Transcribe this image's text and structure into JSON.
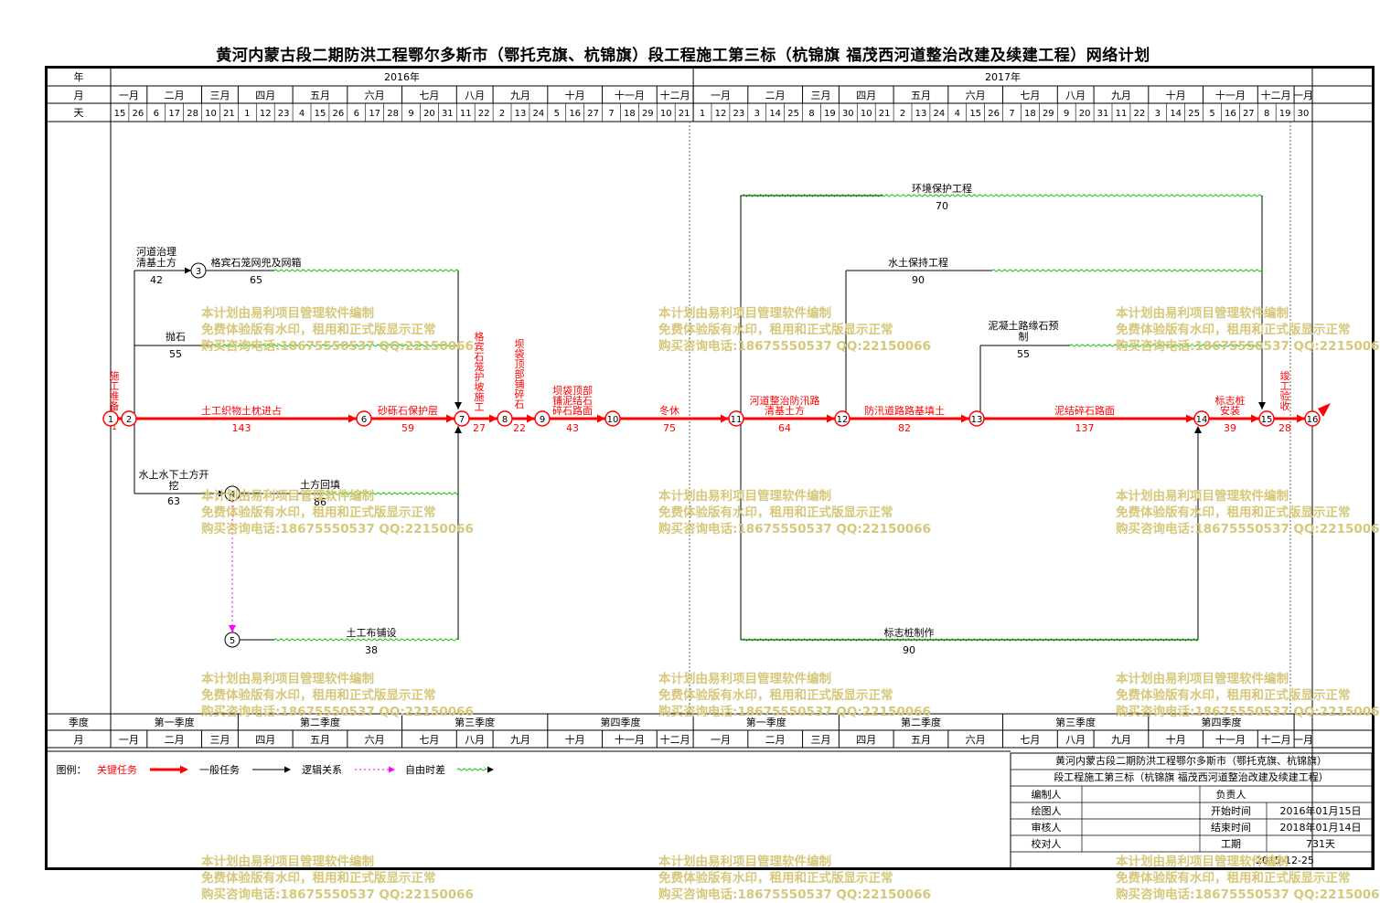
{
  "title": "黄河内蒙古段二期防洪工程鄂尔多斯市（鄂托克旗、杭锦旗）段工程施工第三标（杭锦旗 福茂西河道整治改建及续建工程）网络计划",
  "header": {
    "row_labels": {
      "year": "年",
      "month": "月",
      "day": "天",
      "quarter": "季度",
      "month_bottom": "月"
    },
    "years": [
      "2016年",
      "2017年"
    ],
    "months_top": [
      "一月",
      "二月",
      "三月",
      "四月",
      "五月",
      "六月",
      "七月",
      "八月",
      "九月",
      "十月",
      "十一月",
      "十二月",
      "一月",
      "二月",
      "三月",
      "四月",
      "五月",
      "六月",
      "七月",
      "八月",
      "九月",
      "十月",
      "十一月",
      "十二月",
      "一月"
    ],
    "days": [
      "15",
      "26",
      "6",
      "17",
      "28",
      "10",
      "21",
      "1",
      "12",
      "23",
      "4",
      "15",
      "26",
      "6",
      "17",
      "28",
      "9",
      "20",
      "31",
      "11",
      "22",
      "2",
      "13",
      "24",
      "5",
      "16",
      "27",
      "7",
      "18",
      "29",
      "10",
      "21",
      "1",
      "12",
      "23",
      "3",
      "14",
      "25",
      "8",
      "19",
      "30",
      "10",
      "21",
      "2",
      "13",
      "24",
      "4",
      "15",
      "26",
      "7",
      "18",
      "29",
      "9",
      "20",
      "31",
      "11",
      "22",
      "3",
      "14",
      "25",
      "5",
      "16",
      "27",
      "8",
      "19",
      "30"
    ],
    "quarters": [
      "第一季度",
      "第二季度",
      "第三季度",
      "第四季度",
      "第一季度",
      "第二季度",
      "第三季度",
      "第四季度"
    ],
    "months_bottom": [
      "一月",
      "二月",
      "三月",
      "四月",
      "五月",
      "六月",
      "七月",
      "八月",
      "九月",
      "十月",
      "十一月",
      "十二月",
      "一月",
      "二月",
      "三月",
      "四月",
      "五月",
      "六月",
      "七月",
      "八月",
      "九月",
      "十月",
      "十一月",
      "十二月",
      "一月"
    ]
  },
  "nodes": [
    "1",
    "2",
    "3",
    "4",
    "5",
    "6",
    "7",
    "8",
    "9",
    "10",
    "11",
    "12",
    "13",
    "14",
    "15",
    "16"
  ],
  "critical_tasks": [
    {
      "id": "t1",
      "name": "施工准备",
      "duration": "1"
    },
    {
      "id": "t2",
      "name": "土工织物土枕进占",
      "duration": "143"
    },
    {
      "id": "t3",
      "name": "砂砾石保护层",
      "duration": "59"
    },
    {
      "id": "t4",
      "name": "格宾石笼护坡施工",
      "duration": "27"
    },
    {
      "id": "t5",
      "name": "坝袋顶部铺碎石",
      "duration": "22"
    },
    {
      "id": "t6",
      "name": "坝袋顶部铺泥结石碎石路面",
      "duration": "43"
    },
    {
      "id": "t7",
      "name": "冬休",
      "duration": "75"
    },
    {
      "id": "t8",
      "name": "河道整治防汛路清基土方",
      "duration": "64"
    },
    {
      "id": "t9",
      "name": "防汛道路路基填土",
      "duration": "82"
    },
    {
      "id": "t10",
      "name": "泥结碎石路面",
      "duration": "137"
    },
    {
      "id": "t11",
      "name": "标志桩安装",
      "duration": "39"
    },
    {
      "id": "t12",
      "name": "竣工验收",
      "duration": "28"
    }
  ],
  "normal_tasks": [
    {
      "id": "n1",
      "name": "河道治理清基土方",
      "duration": "42"
    },
    {
      "id": "n2",
      "name": "格宾石笼网兜及网箱",
      "duration": "65"
    },
    {
      "id": "n3",
      "name": "抛石",
      "duration": "55"
    },
    {
      "id": "n4",
      "name": "水上水下土方开挖",
      "duration": "63"
    },
    {
      "id": "n5",
      "name": "土方回填",
      "duration": "86"
    },
    {
      "id": "n6",
      "name": "土工布铺设",
      "duration": "38"
    },
    {
      "id": "n7",
      "name": "环境保护工程",
      "duration": "70"
    },
    {
      "id": "n8",
      "name": "水土保持工程",
      "duration": "90"
    },
    {
      "id": "n9",
      "name": "泥凝土路缘石预制",
      "duration": "55"
    },
    {
      "id": "n10",
      "name": "标志桩制作",
      "duration": "90"
    }
  ],
  "legend": {
    "label": "图例：",
    "critical": "关键任务",
    "normal": "一般任务",
    "logic": "逻辑关系",
    "float": "自由时差"
  },
  "title_block": {
    "project_line1": "黄河内蒙古段二期防洪工程鄂尔多斯市（鄂托克旗、杭锦旗）",
    "project_line2": "段工程施工第三标（杭锦旗 福茂西河道整治改建及续建工程）",
    "compiled_by": "编制人",
    "responsible": "负责人",
    "drawn_by": "绘图人",
    "start_label": "开始时间",
    "start_value": "2016年01月15日",
    "reviewed_by": "审核人",
    "end_label": "结束时间",
    "end_value": "2018年01月14日",
    "checked_by": "校对人",
    "duration_label": "工期",
    "duration_value": "731天",
    "date": "2015-12-25"
  },
  "watermark": {
    "line1": "本计划由易利项目管理软件编制",
    "line2": "免费体验版有水印，租用和正式版显示正常",
    "line3": "购买咨询电话:18675550537 QQ:22150066"
  },
  "colors": {
    "critical": "#ff0000",
    "normal": "#000000",
    "float": "#00c000",
    "free": "#ff00ff",
    "watermark": "#d6c87a"
  }
}
